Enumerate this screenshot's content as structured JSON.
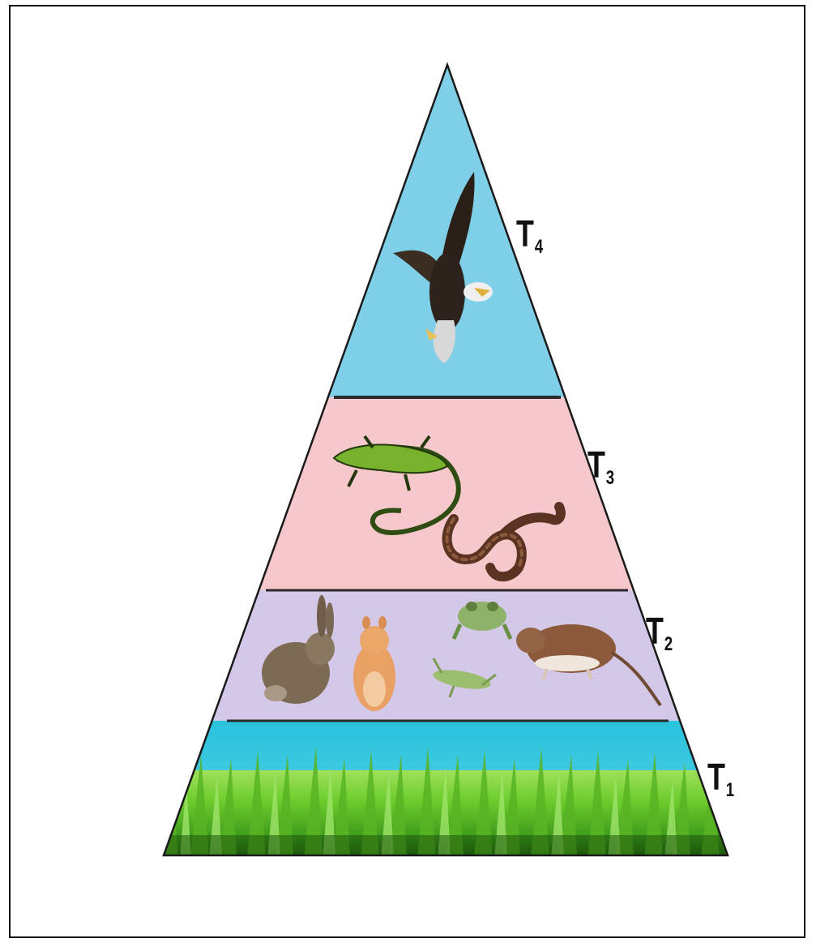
{
  "diagram": {
    "type": "ecological pyramid",
    "levels": [
      {
        "label": "T",
        "sub": "4",
        "organisms": [
          "eagle-icon"
        ],
        "color": "#7fcfe9"
      },
      {
        "label": "T",
        "sub": "3",
        "organisms": [
          "lizard-icon",
          "snake-icon"
        ],
        "color": "#f6c8cb"
      },
      {
        "label": "T",
        "sub": "2",
        "organisms": [
          "rabbit-icon",
          "hamster-icon",
          "frog-icon",
          "grasshopper-icon",
          "rat-icon"
        ],
        "color": "#d4c8e8"
      },
      {
        "label": "T",
        "sub": "1",
        "organisms": [
          "grass-icon"
        ],
        "color": "#35c7de"
      }
    ]
  }
}
